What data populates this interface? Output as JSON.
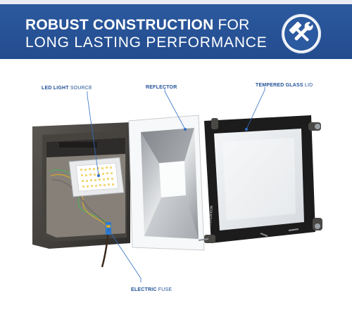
{
  "banner": {
    "title_bold": "ROBUST CONSTRUCTION",
    "title_rest": " FOR",
    "subtitle": "LONG LASTING PERFORMANCE",
    "badge_icon": "hammer-wrench-icon",
    "color_bg": "#2c5aa0"
  },
  "callouts": {
    "led_bold": "LED LIGHT",
    "led_rest": " SOURCE",
    "reflector": "REFLECTOR",
    "glass_bold": "TEMPERED GLASS",
    "glass_rest": " LID",
    "fuse_bold": "ELECTRIC",
    "fuse_rest": " FUSE"
  },
  "product": {
    "brand_mark": "HYPERIKON"
  },
  "colors": {
    "accent": "#1f4f96",
    "callout_line": "#2f6fc4"
  }
}
